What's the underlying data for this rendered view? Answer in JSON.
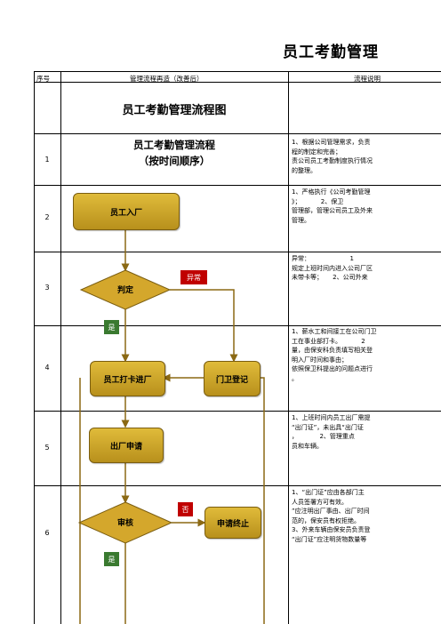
{
  "document": {
    "title": "员工考勤管理"
  },
  "table": {
    "headers": {
      "number": "序号",
      "process": "管理流程再造（改善后）",
      "description": "流程说明"
    },
    "flow_title": "员工考勤管理流程图",
    "flow_subtitle_line1": "员工考勤管理流程",
    "flow_subtitle_line2": "（按时间顺序）",
    "rows": [
      {
        "number": "1",
        "description": "1、根据公司管理需求，负责\n程的制定和完善；\n责公司员工考勤制度执行情况\n的整理。"
      },
      {
        "number": "2",
        "description": "1、严格执行《公司考勤管理\n》；          2、保卫\n管理部，管理公司员工及外来\n管理。"
      },
      {
        "number": "3",
        "description": "异常：                    1\n规定上班时间内进入公司厂区\n未带卡等；     2、公司外来"
      },
      {
        "number": "4",
        "description": "1、薪水工和间接工在公司门卫\n工在事业部打卡。          2\n量，由保安科负责填写相关登\n明入厂时间和事由；\n依照保卫科提出的问题点进行\n。"
      },
      {
        "number": "5",
        "description": "1、上班时间内员工出厂需提\n“出门证”，未出具“出门证\n，           2、管理重点\n员和车辆。"
      },
      {
        "number": "6",
        "description": "1、“出门证”应由各部门主\n人员签署方可有效。\n”应注明出厂事由、出厂时间\n范的，保安员有权拒绝。\n3、外来车辆由保安员负责登\n“出门证”应注明货物数量等"
      }
    ]
  },
  "flowchart": {
    "nodes": {
      "enter": "员工入厂",
      "judge": "判定",
      "clock_in": "员工打卡进厂",
      "guard_register": "门卫登记",
      "exit_request": "出厂申请",
      "review": "审核",
      "terminate": "申请终止"
    },
    "tags": {
      "abnormal": "异常",
      "yes_1": "是",
      "no": "否",
      "yes_2": "是"
    },
    "colors": {
      "node_fill": "#d4a72c",
      "connector": "#8b6914",
      "tag_red": "#c00000",
      "tag_green": "#3a7a30"
    }
  }
}
